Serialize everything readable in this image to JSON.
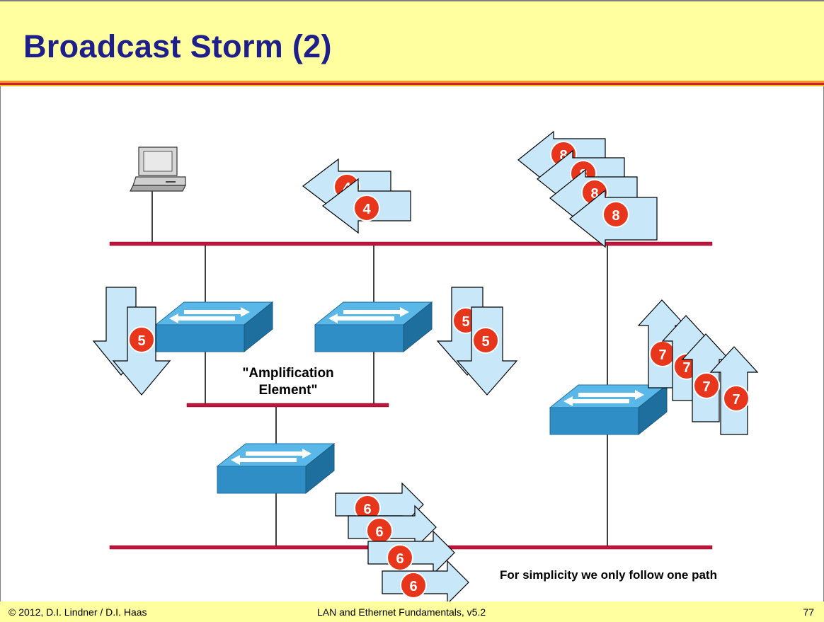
{
  "slide": {
    "title": "Broadcast Storm (2)",
    "footer_left": "© 2012, D.I. Lindner / D.I. Haas",
    "footer_center": "LAN and Ethernet Fundamentals, v5.2",
    "footer_right": "77"
  },
  "diagram": {
    "amplification_label_line1": "\"Amplification",
    "amplification_label_line2": "Element\"",
    "note": "For simplicity we only follow one path",
    "frame_numbers": {
      "step4": "4",
      "step5": "5",
      "step6": "6",
      "step7": "7",
      "step8": "8"
    }
  },
  "colors": {
    "title_background": "#ffffa0",
    "title_text": "#1f1f8c",
    "ethernet_segment": "#c0143c",
    "frame_arrow_fill": "#c8e8fa",
    "frame_badge": "#e8361c",
    "switch_top": "#5ab8e8",
    "switch_side": "#1e6e9e"
  },
  "icons": [
    "computer-icon",
    "switch-icon"
  ]
}
